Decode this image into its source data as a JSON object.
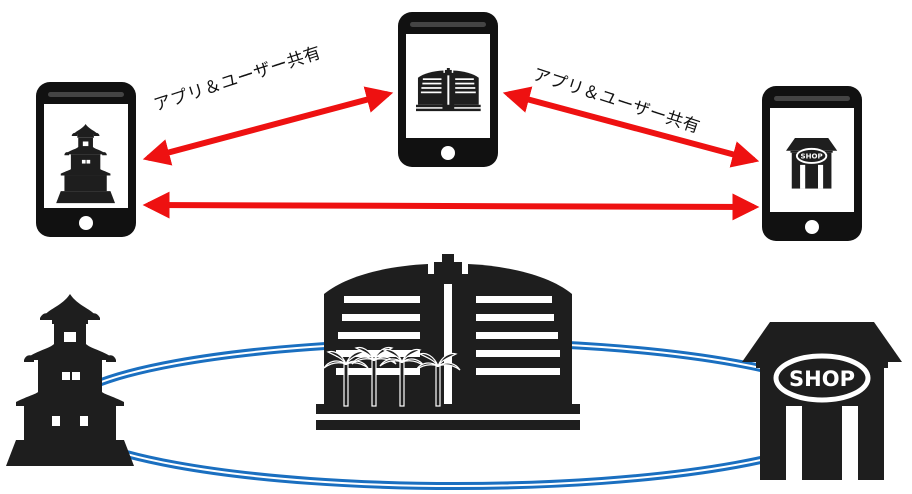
{
  "labels": {
    "share_left": "アプリ＆ユーザー共有",
    "share_right": "アプリ＆ユーザー共有"
  },
  "shop_sign": "SHOP",
  "phones": [
    {
      "name": "castle-phone",
      "icon": "castle-icon"
    },
    {
      "name": "hotel-phone",
      "icon": "hotel-icon"
    },
    {
      "name": "shop-phone",
      "icon": "shop-icon"
    }
  ],
  "colors": {
    "arrow": "#ee1111",
    "ring": "#1a6fc0",
    "silhouette": "#1e1e1e"
  }
}
